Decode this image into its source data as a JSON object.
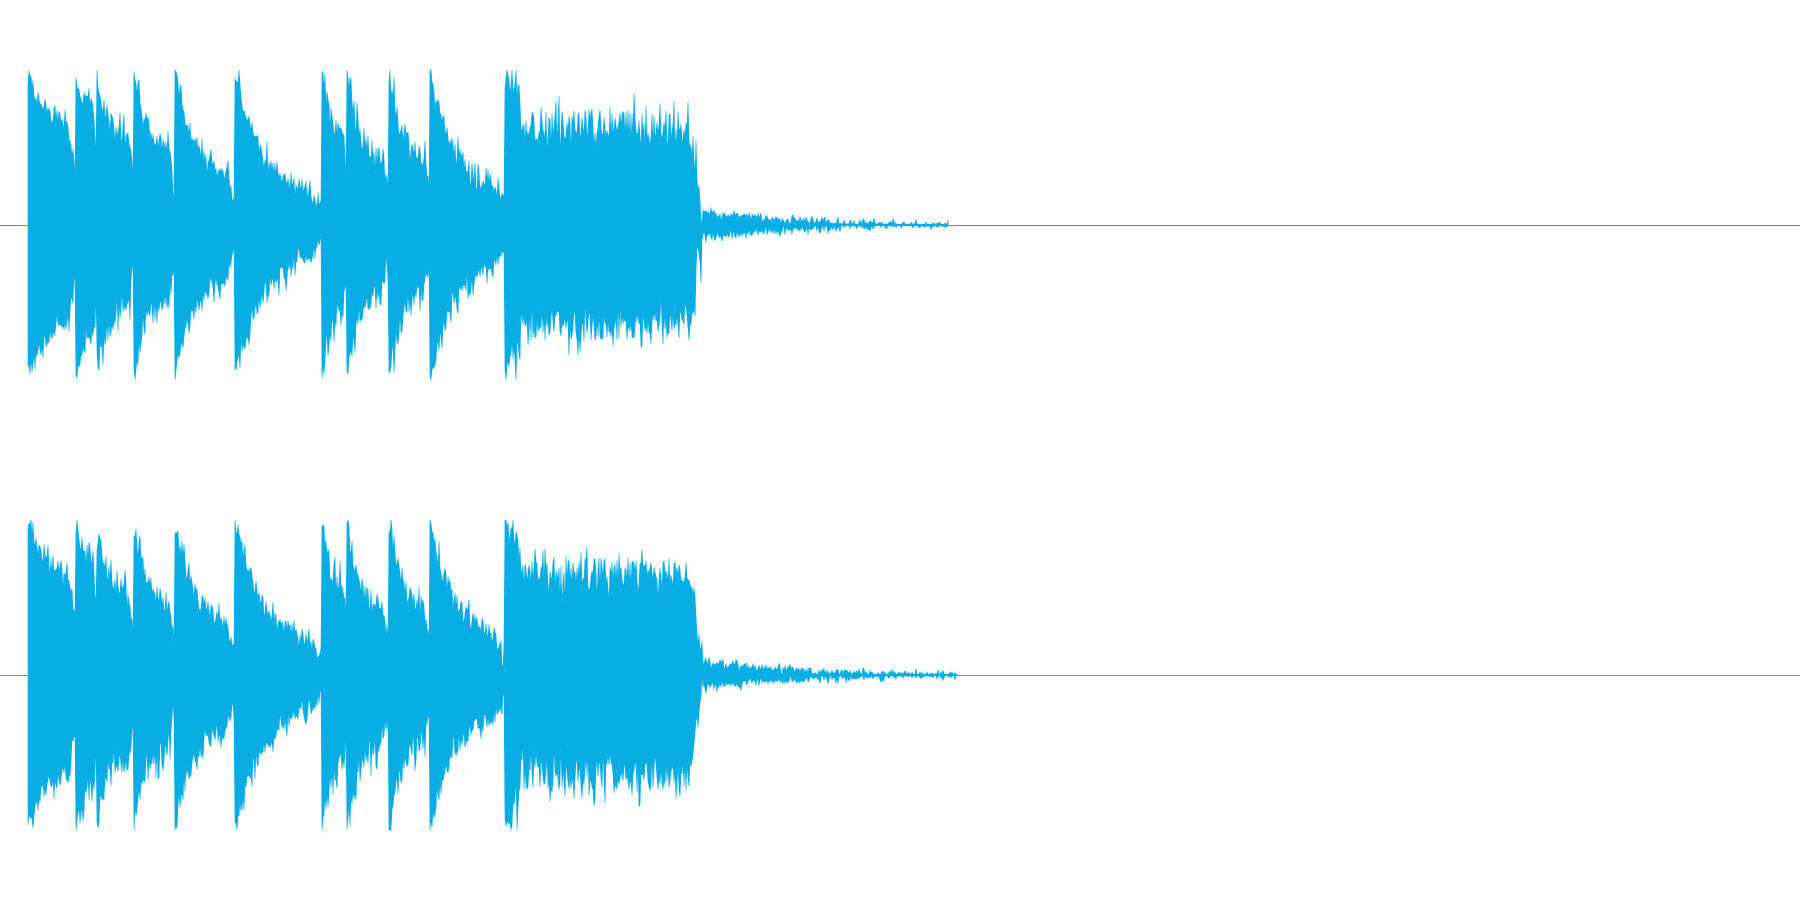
{
  "waveform": {
    "color": "#08ade3",
    "background": "#ffffff",
    "channels": [
      {
        "id": "channel-1",
        "segments": [
          {
            "start": 0.0,
            "end": 0.027,
            "peak": 0.97,
            "decay": 0.35,
            "jitter": 0.06
          },
          {
            "start": 0.027,
            "end": 0.039,
            "peak": 0.98,
            "decay": 0.25,
            "jitter": 0.07
          },
          {
            "start": 0.039,
            "end": 0.06,
            "peak": 0.95,
            "decay": 0.45,
            "jitter": 0.08
          },
          {
            "start": 0.06,
            "end": 0.083,
            "peak": 0.97,
            "decay": 0.55,
            "jitter": 0.08
          },
          {
            "start": 0.083,
            "end": 0.117,
            "peak": 0.99,
            "decay": 0.7,
            "jitter": 0.06
          },
          {
            "start": 0.117,
            "end": 0.166,
            "peak": 1.0,
            "decay": 0.82,
            "jitter": 0.06
          },
          {
            "start": 0.166,
            "end": 0.18,
            "peak": 0.99,
            "decay": 0.45,
            "jitter": 0.08
          },
          {
            "start": 0.18,
            "end": 0.204,
            "peak": 0.99,
            "decay": 0.6,
            "jitter": 0.08
          },
          {
            "start": 0.204,
            "end": 0.227,
            "peak": 0.99,
            "decay": 0.6,
            "jitter": 0.08
          },
          {
            "start": 0.227,
            "end": 0.269,
            "peak": 1.0,
            "decay": 0.78,
            "jitter": 0.06
          },
          {
            "start": 0.269,
            "end": 0.381,
            "peak": 0.98,
            "decay": 0.35,
            "jitter": 0.1,
            "sustain": 0.62
          },
          {
            "start": 0.381,
            "end": 0.52,
            "peak": 0.08,
            "decay": 1.0,
            "jitter": 0.02
          }
        ]
      },
      {
        "id": "channel-2",
        "segments": [
          {
            "start": 0.0,
            "end": 0.027,
            "peak": 0.97,
            "decay": 0.35,
            "jitter": 0.06
          },
          {
            "start": 0.027,
            "end": 0.039,
            "peak": 0.98,
            "decay": 0.25,
            "jitter": 0.07
          },
          {
            "start": 0.039,
            "end": 0.06,
            "peak": 0.95,
            "decay": 0.45,
            "jitter": 0.08
          },
          {
            "start": 0.06,
            "end": 0.083,
            "peak": 0.97,
            "decay": 0.55,
            "jitter": 0.08
          },
          {
            "start": 0.083,
            "end": 0.117,
            "peak": 0.99,
            "decay": 0.7,
            "jitter": 0.06
          },
          {
            "start": 0.117,
            "end": 0.166,
            "peak": 1.0,
            "decay": 0.82,
            "jitter": 0.06
          },
          {
            "start": 0.166,
            "end": 0.18,
            "peak": 0.99,
            "decay": 0.45,
            "jitter": 0.08
          },
          {
            "start": 0.18,
            "end": 0.204,
            "peak": 0.99,
            "decay": 0.6,
            "jitter": 0.08
          },
          {
            "start": 0.204,
            "end": 0.227,
            "peak": 0.99,
            "decay": 0.6,
            "jitter": 0.08
          },
          {
            "start": 0.227,
            "end": 0.269,
            "peak": 1.0,
            "decay": 0.78,
            "jitter": 0.06
          },
          {
            "start": 0.269,
            "end": 0.381,
            "peak": 0.98,
            "decay": 0.35,
            "jitter": 0.1,
            "sustain": 0.62
          },
          {
            "start": 0.381,
            "end": 0.525,
            "peak": 0.08,
            "decay": 1.0,
            "jitter": 0.02
          }
        ]
      }
    ]
  }
}
